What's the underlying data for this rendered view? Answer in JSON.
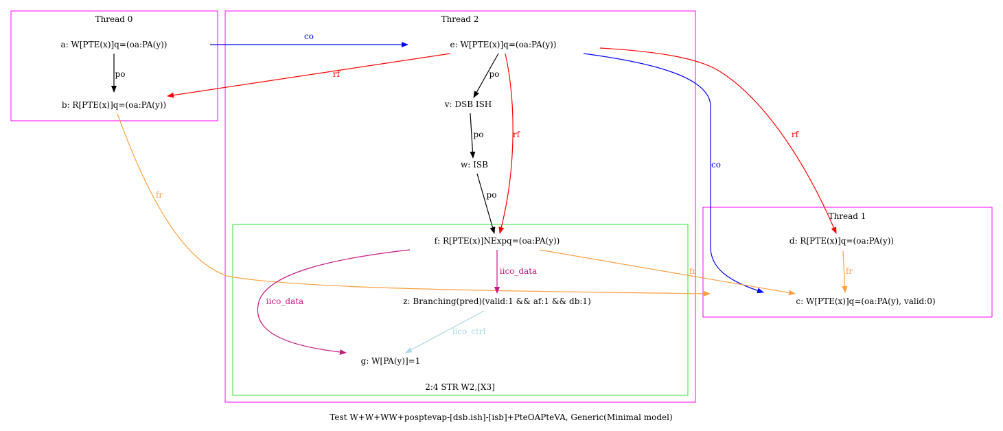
{
  "caption": "Test W+W+WW+posptevap-[dsb.ish]-[isb]+PteOAPteVA, Generic(Minimal model)",
  "colors": {
    "thread_border": "#ff00ff",
    "inner_border": "#00cc00",
    "po": "#000000",
    "co": "#0000ff",
    "rf": "#ff0000",
    "fr": "#ffa040",
    "iico_data": "#c71585",
    "iico_ctrl": "#add8e6"
  },
  "clusters": {
    "thread0": "Thread 0",
    "thread1": "Thread 1",
    "thread2": "Thread 2",
    "instr": "2:4 STR W2,[X3]"
  },
  "nodes": {
    "a": "a: W[PTE(x)]q=(oa:PA(y))",
    "b": "b: R[PTE(x)]q=(oa:PA(y))",
    "c": "c: W[PTE(x)]q=(oa:PA(y), valid:0)",
    "d": "d: R[PTE(x)]q=(oa:PA(y))",
    "e": "e: W[PTE(x)]q=(oa:PA(y))",
    "v": "v: DSB ISH",
    "w": "w: ISB",
    "f": "f: R[PTE(x)]NExpq=(oa:PA(y))",
    "z": "z: Branching(pred)(valid:1 && af:1 && db:1)",
    "g": "g: W[PA(y)]=1"
  },
  "edges": {
    "a_b": "po",
    "a_e": "co",
    "e_b": "rf",
    "e_v": "po",
    "v_w": "po",
    "w_f": "po",
    "e_f": "rf",
    "e_c": "co",
    "e_d": "rf",
    "b_c": "fr",
    "d_c": "fr",
    "f_c": "fr",
    "f_z": "iico_data",
    "f_g": "iico_data",
    "z_g": "iico_ctrl"
  }
}
